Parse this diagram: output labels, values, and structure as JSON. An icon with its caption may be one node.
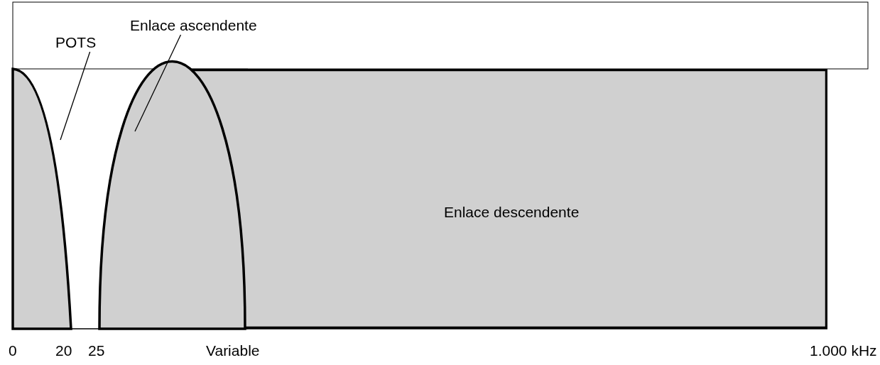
{
  "diagram": {
    "nodes": [
      {
        "text": [
          "POTS"
        ]
      },
      {
        "text": [
          "Enlace ascendente"
        ]
      },
      {
        "text": [],
        "shape": "arch"
      },
      {
        "text": [],
        "shape": "arch"
      },
      {
        "text": [
          "Enlace descendente"
        ]
      }
    ],
    "edges": [
      {
        "from": 0,
        "to": 2,
        "arrow": "none"
      },
      {
        "from": 1,
        "to": 3,
        "arrow": "none"
      }
    ],
    "labels": [
      "0",
      "20",
      "25",
      "Variable",
      "1.000 kHz"
    ]
  }
}
